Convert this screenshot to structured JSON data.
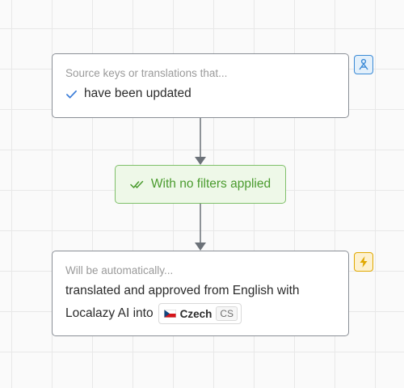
{
  "trigger": {
    "caption": "Source keys or translations that...",
    "condition": "have been updated",
    "badge_icon": "users-route-icon"
  },
  "filter": {
    "label": "With no filters applied",
    "icon": "double-check-icon"
  },
  "action": {
    "caption": "Will be automatically...",
    "line1": "translated and approved from English with",
    "line2_prefix": "Localazy AI into",
    "language": {
      "name": "Czech",
      "code": "CS",
      "flag": "czech-flag-icon"
    },
    "badge_icon": "lightning-icon"
  },
  "colors": {
    "trigger_badge": "#3b8ad6",
    "filter_green": "#4a9b2e",
    "action_badge": "#e0a800",
    "connector": "#6b7178"
  }
}
